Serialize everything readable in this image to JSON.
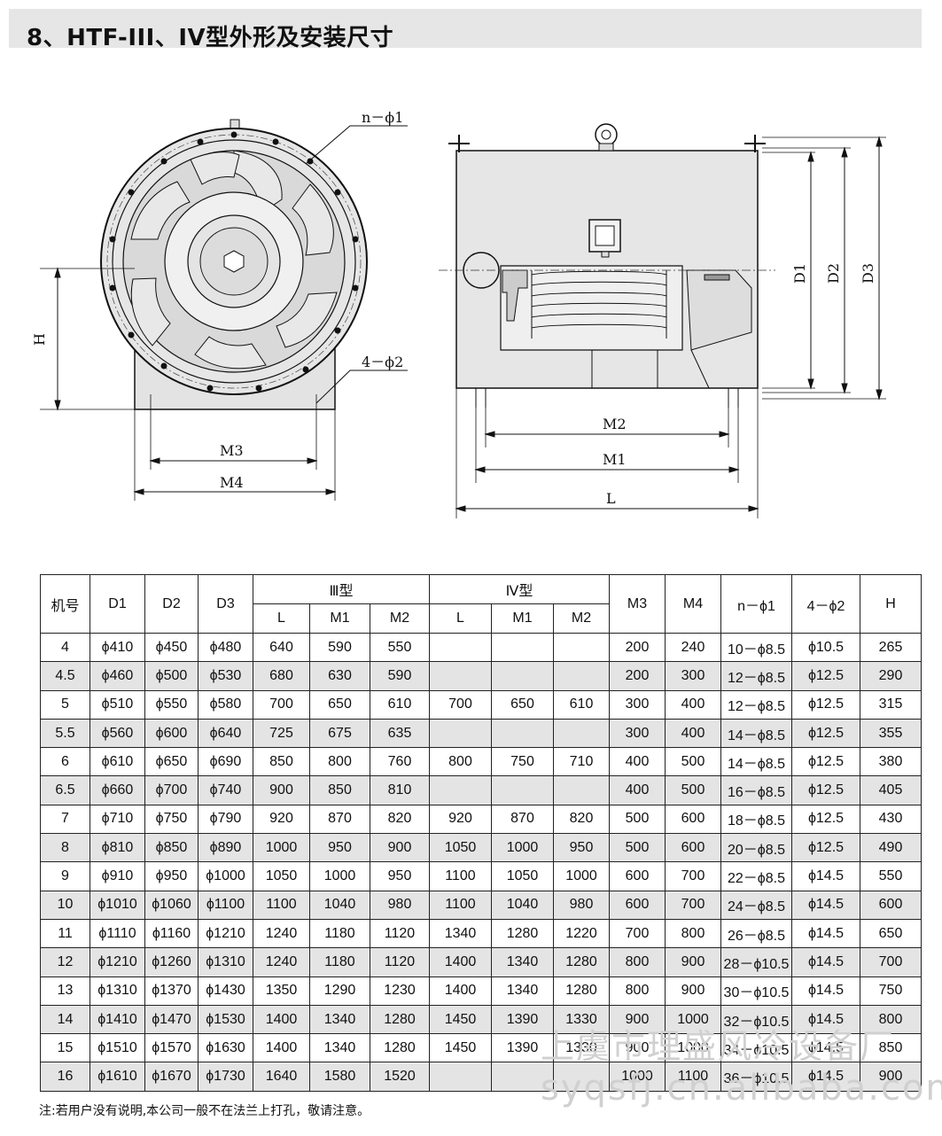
{
  "header": {
    "title": "8、HTF-III、IV型外形及安装尺寸"
  },
  "drawing_labels": {
    "n_phi1": "n－ϕ1",
    "four_phi2": "4－ϕ2",
    "H": "H",
    "M3": "M3",
    "M4": "M4",
    "M2": "M2",
    "M1": "M1",
    "L": "L",
    "D1": "D1",
    "D2": "D2",
    "D3": "D3"
  },
  "table": {
    "header_top": [
      "机号",
      "D1",
      "D2",
      "D3",
      "Ⅲ型",
      "Ⅳ型",
      "M3",
      "M4",
      "n－ϕ1",
      "4－ϕ2",
      "H"
    ],
    "header_sub": [
      "L",
      "M1",
      "M2",
      "L",
      "M1",
      "M2"
    ],
    "rows": [
      [
        "4",
        "ϕ410",
        "ϕ450",
        "ϕ480",
        "640",
        "590",
        "550",
        "",
        "",
        "",
        "200",
        "240",
        "10－ϕ8.5",
        "ϕ10.5",
        "265"
      ],
      [
        "4.5",
        "ϕ460",
        "ϕ500",
        "ϕ530",
        "680",
        "630",
        "590",
        "",
        "",
        "",
        "200",
        "300",
        "12－ϕ8.5",
        "ϕ12.5",
        "290"
      ],
      [
        "5",
        "ϕ510",
        "ϕ550",
        "ϕ580",
        "700",
        "650",
        "610",
        "700",
        "650",
        "610",
        "300",
        "400",
        "12－ϕ8.5",
        "ϕ12.5",
        "315"
      ],
      [
        "5.5",
        "ϕ560",
        "ϕ600",
        "ϕ640",
        "725",
        "675",
        "635",
        "",
        "",
        "",
        "300",
        "400",
        "14－ϕ8.5",
        "ϕ12.5",
        "355"
      ],
      [
        "6",
        "ϕ610",
        "ϕ650",
        "ϕ690",
        "850",
        "800",
        "760",
        "800",
        "750",
        "710",
        "400",
        "500",
        "14－ϕ8.5",
        "ϕ12.5",
        "380"
      ],
      [
        "6.5",
        "ϕ660",
        "ϕ700",
        "ϕ740",
        "900",
        "850",
        "810",
        "",
        "",
        "",
        "400",
        "500",
        "16－ϕ8.5",
        "ϕ12.5",
        "405"
      ],
      [
        "7",
        "ϕ710",
        "ϕ750",
        "ϕ790",
        "920",
        "870",
        "820",
        "920",
        "870",
        "820",
        "500",
        "600",
        "18－ϕ8.5",
        "ϕ12.5",
        "430"
      ],
      [
        "8",
        "ϕ810",
        "ϕ850",
        "ϕ890",
        "1000",
        "950",
        "900",
        "1050",
        "1000",
        "950",
        "500",
        "600",
        "20－ϕ8.5",
        "ϕ12.5",
        "490"
      ],
      [
        "9",
        "ϕ910",
        "ϕ950",
        "ϕ1000",
        "1050",
        "1000",
        "950",
        "1100",
        "1050",
        "1000",
        "600",
        "700",
        "22－ϕ8.5",
        "ϕ14.5",
        "550"
      ],
      [
        "10",
        "ϕ1010",
        "ϕ1060",
        "ϕ1100",
        "1100",
        "1040",
        "980",
        "1100",
        "1040",
        "980",
        "600",
        "700",
        "24－ϕ8.5",
        "ϕ14.5",
        "600"
      ],
      [
        "11",
        "ϕ1110",
        "ϕ1160",
        "ϕ1210",
        "1240",
        "1180",
        "1120",
        "1340",
        "1280",
        "1220",
        "700",
        "800",
        "26－ϕ8.5",
        "ϕ14.5",
        "650"
      ],
      [
        "12",
        "ϕ1210",
        "ϕ1260",
        "ϕ1310",
        "1240",
        "1180",
        "1120",
        "1400",
        "1340",
        "1280",
        "800",
        "900",
        "28－ϕ10.5",
        "ϕ14.5",
        "700"
      ],
      [
        "13",
        "ϕ1310",
        "ϕ1370",
        "ϕ1430",
        "1350",
        "1290",
        "1230",
        "1400",
        "1340",
        "1280",
        "800",
        "900",
        "30－ϕ10.5",
        "ϕ14.5",
        "750"
      ],
      [
        "14",
        "ϕ1410",
        "ϕ1470",
        "ϕ1530",
        "1400",
        "1340",
        "1280",
        "1450",
        "1390",
        "1330",
        "900",
        "1000",
        "32－ϕ10.5",
        "ϕ14.5",
        "800"
      ],
      [
        "15",
        "ϕ1510",
        "ϕ1570",
        "ϕ1630",
        "1400",
        "1340",
        "1280",
        "1450",
        "1390",
        "1330",
        "900",
        "1000",
        "34－ϕ10.5",
        "ϕ14.5",
        "850"
      ],
      [
        "16",
        "ϕ1610",
        "ϕ1670",
        "ϕ1730",
        "1640",
        "1580",
        "1520",
        "",
        "",
        "",
        "1000",
        "1100",
        "36－ϕ10.5",
        "ϕ14.5",
        "900"
      ]
    ]
  },
  "note": "注:若用户没有说明,本公司一般不在法兰上打孔，敬请注意。",
  "watermark": {
    "line1": "上虞市理盛风冷设备厂",
    "line2": "syqsfj.cn.alibaba.com"
  }
}
